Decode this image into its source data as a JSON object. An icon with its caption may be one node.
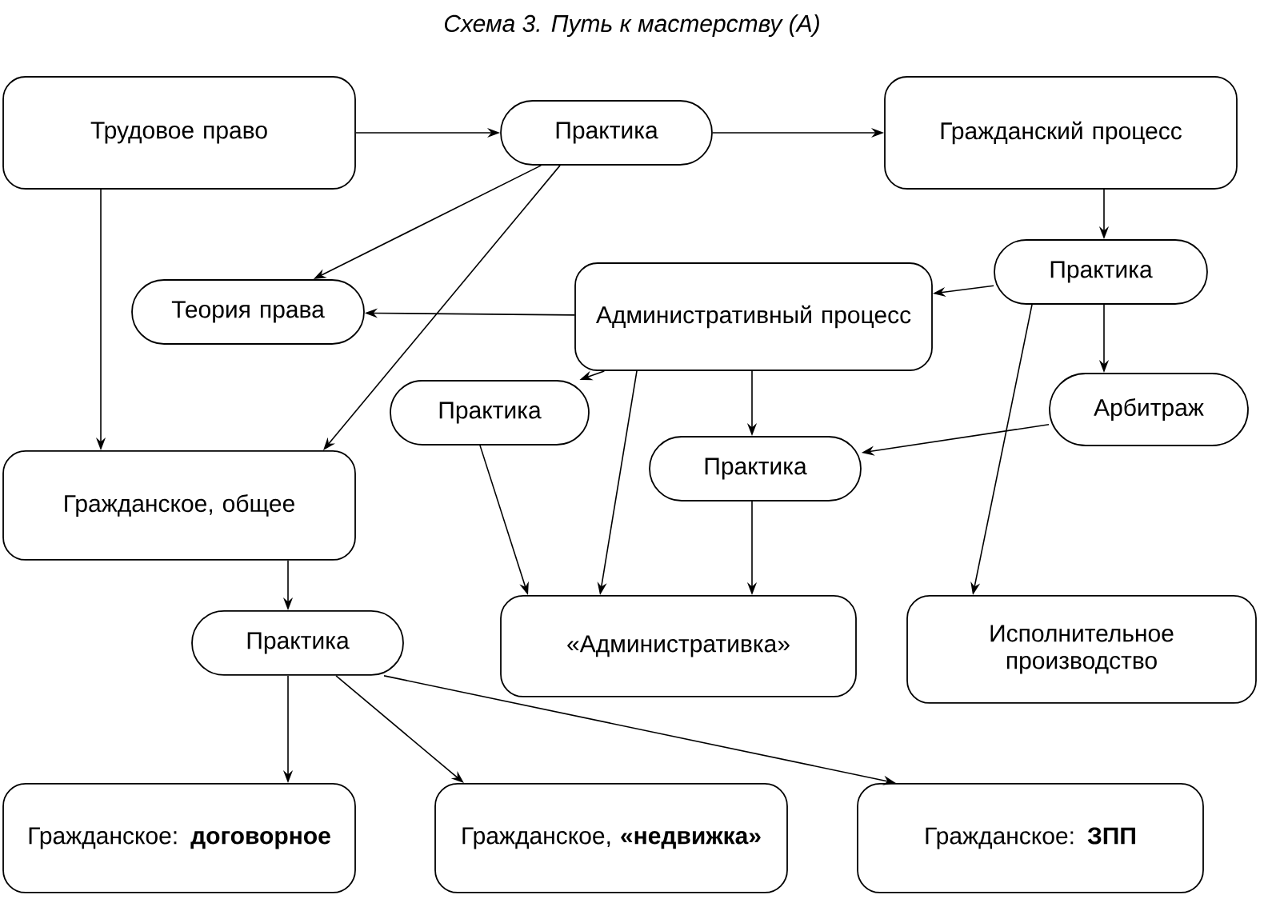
{
  "diagram": {
    "title": "Схема 3. Путь к мастерству (А)",
    "nodes": [
      {
        "text": [
          "Трудовое право"
        ]
      },
      {
        "text": [
          "Практика"
        ]
      },
      {
        "text": [
          "Гражданский процесс"
        ]
      },
      {
        "text": [
          "Практика"
        ]
      },
      {
        "text": [
          "Теория права"
        ]
      },
      {
        "text": [
          "Административный процесс"
        ]
      },
      {
        "text": [
          "Практика"
        ]
      },
      {
        "text": [
          "Арбитраж"
        ]
      },
      {
        "text": [
          "Практика"
        ]
      },
      {
        "text": [
          "Гражданское, общее"
        ]
      },
      {
        "text": [
          "Практика"
        ]
      },
      {
        "text": [
          "«Административка»"
        ]
      },
      {
        "text": [
          "Исполнительное производство"
        ]
      },
      {
        "text": [
          "Гражданское: **договорное**"
        ]
      },
      {
        "text": [
          "Гражданское, **«недвижка»**"
        ]
      },
      {
        "text": [
          "Гражданское: **ЗПП**"
        ]
      }
    ],
    "edges": [
      {
        "from": 0,
        "to": 1,
        "arrow": "to"
      },
      {
        "from": 0,
        "to": 9,
        "arrow": "to"
      },
      {
        "from": 1,
        "to": 2,
        "arrow": "to"
      },
      {
        "from": 1,
        "to": 4,
        "arrow": "to"
      },
      {
        "from": 1,
        "to": 9,
        "arrow": "to"
      },
      {
        "from": 2,
        "to": 3,
        "arrow": "to"
      },
      {
        "from": 3,
        "to": 5,
        "arrow": "to"
      },
      {
        "from": 3,
        "to": 7,
        "arrow": "to"
      },
      {
        "from": 3,
        "to": 12,
        "arrow": "to"
      },
      {
        "from": 5,
        "to": 4,
        "arrow": "to"
      },
      {
        "from": 5,
        "to": 6,
        "arrow": "to"
      },
      {
        "from": 5,
        "to": 8,
        "arrow": "to"
      },
      {
        "from": 5,
        "to": 11,
        "arrow": "to"
      },
      {
        "from": 6,
        "to": 11,
        "arrow": "to"
      },
      {
        "from": 7,
        "to": 8,
        "arrow": "to"
      },
      {
        "from": 8,
        "to": 11,
        "arrow": "to"
      },
      {
        "from": 9,
        "to": 10,
        "arrow": "to"
      },
      {
        "from": 10,
        "to": 13,
        "arrow": "to"
      },
      {
        "from": 10,
        "to": 14,
        "arrow": "to"
      },
      {
        "from": 10,
        "to": 15,
        "arrow": "to"
      }
    ]
  }
}
